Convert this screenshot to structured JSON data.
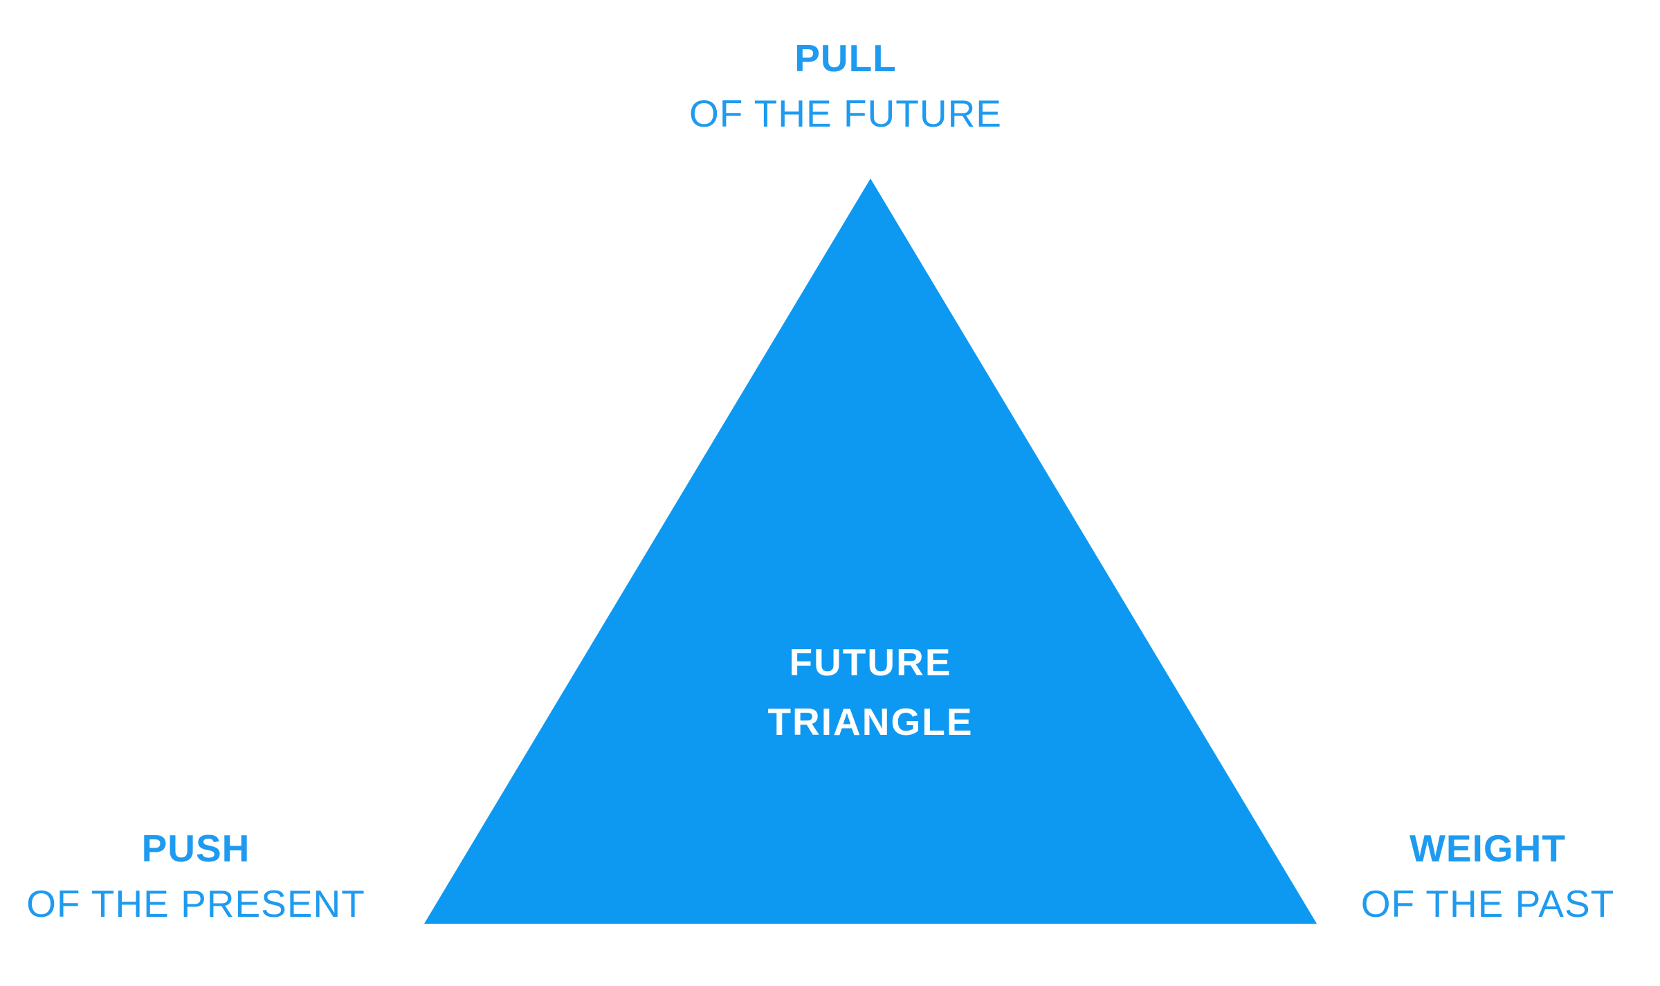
{
  "diagram": {
    "center": {
      "line1": "FUTURE",
      "line2": "TRIANGLE"
    }
  },
  "labels": {
    "top": {
      "title": "PULL",
      "subtitle": "OF THE FUTURE"
    },
    "bottom_left": {
      "title": "PUSH",
      "subtitle": "OF THE PRESENT"
    },
    "bottom_right": {
      "title": "WEIGHT",
      "subtitle": "OF THE PAST"
    }
  },
  "colors": {
    "background": "#FFFFFF",
    "triangle": "#0D99F2",
    "label": "#1E9BF0",
    "center_text": "#FFFFFF"
  }
}
